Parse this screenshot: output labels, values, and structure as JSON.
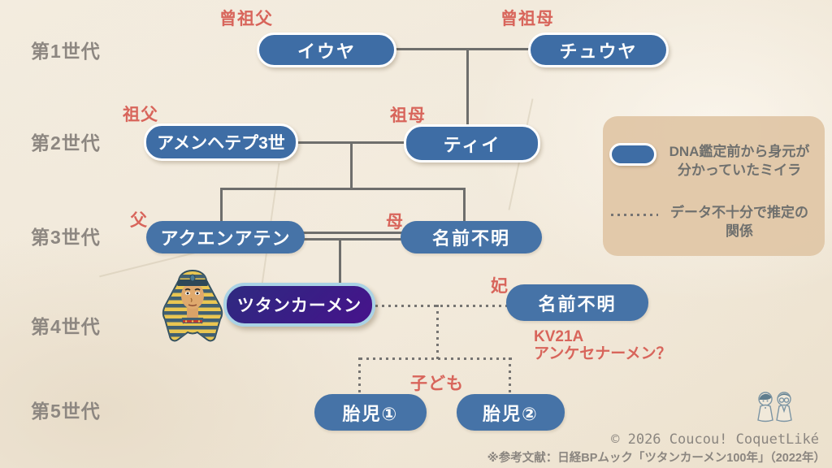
{
  "title_context": "ツタンカーメン家系図",
  "generations": [
    "第1世代",
    "第2世代",
    "第3世代",
    "第4世代",
    "第5世代"
  ],
  "relations": {
    "great_grandfather": "曾祖父",
    "great_grandmother": "曾祖母",
    "grandfather": "祖父",
    "grandmother": "祖母",
    "father": "父",
    "mother": "母",
    "consort": "妃",
    "children": "子ども"
  },
  "nodes": {
    "iuya": {
      "label": "イウヤ",
      "mummy_identified": true
    },
    "tjuyu": {
      "label": "チュウヤ",
      "mummy_identified": true
    },
    "amenhotep3": {
      "label": "アメンヘテプ3世",
      "mummy_identified": true
    },
    "tiye": {
      "label": "ティイ",
      "mummy_identified": true
    },
    "akhenaten": {
      "label": "アクエンアテン",
      "mummy_identified": false
    },
    "mother_unknown": {
      "label": "名前不明",
      "mummy_identified": false
    },
    "tutankhamun": {
      "label": "ツタンカーメン",
      "mummy_identified": false
    },
    "consort_unknown": {
      "label": "名前不明",
      "mummy_identified": false
    },
    "fetus1": {
      "label": "胎児①",
      "mummy_identified": false
    },
    "fetus2": {
      "label": "胎児②",
      "mummy_identified": false
    }
  },
  "notes": {
    "kv21a_line1": "KV21A",
    "kv21a_line2": "アンケセナーメン？"
  },
  "edges": [
    {
      "couple": "イウヤ＋チュウヤ",
      "child": "ティイ",
      "style": "solid"
    },
    {
      "couple": "アメンヘテプ3世＋ティイ",
      "child": "アクエンアテン",
      "style": "solid"
    },
    {
      "couple": "アメンヘテプ3世＋ティイ",
      "child": "名前不明(母)",
      "style": "solid"
    },
    {
      "couple": "アクエンアテン＋名前不明(母)",
      "child": "ツタンカーメン",
      "style": "solid-double-line"
    },
    {
      "couple": "ツタンカーメン＋名前不明(妃)",
      "child": "胎児①",
      "style": "dotted"
    },
    {
      "couple": "ツタンカーメン＋名前不明(妃)",
      "child": "胎児②",
      "style": "dotted"
    }
  ],
  "legend": {
    "identified_line1": "DNA鑑定前から身元が",
    "identified_line2": "分かっていたミイラ",
    "estimated_line1": "データ不十分で推定の",
    "estimated_line2": "関係"
  },
  "footer": {
    "copyright": "© 2026 Coucou! CoquetLiké",
    "reference": "※参考文献：日経BPムック「ツタンカーメン100年」（2022年）"
  },
  "colors": {
    "node_blue": "#3e6da5",
    "tut_purple": "#3a1d86",
    "tut_border": "#a9d2e5",
    "label_red": "#d8655b",
    "line_gray": "#6e6e6c",
    "legend_bg": "#e0c6a6",
    "text_gray": "#8b8680",
    "background": "#f0e7d7"
  }
}
